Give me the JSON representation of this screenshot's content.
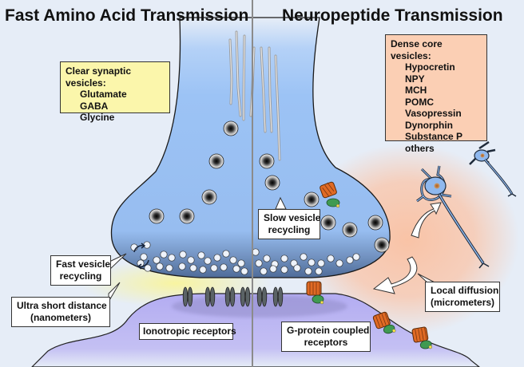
{
  "titles": {
    "left": "Fast Amino Acid Transmission",
    "right": "Neuropeptide Transmission"
  },
  "clear_vesicles": {
    "heading": "Clear synaptic vesicles:",
    "items": [
      "Glutamate",
      "GABA",
      "Glycine"
    ],
    "color": "#fbf6ab"
  },
  "dense_vesicles": {
    "heading": "Dense core vesicles:",
    "items": [
      "Hypocretin",
      "NPY",
      "MCH",
      "POMC",
      "Vasopressin",
      "Dynorphin",
      "Substance P",
      "others"
    ],
    "color": "#fbcfb4"
  },
  "callouts": {
    "fast_recycling": [
      "Fast vesicle",
      "recycling"
    ],
    "slow_recycling": [
      "Slow vesicle",
      "recycling"
    ],
    "ultra_short": [
      "Ultra short distance",
      "(nanometers)"
    ],
    "ionotropic": "Ionotropic receptors",
    "gpcr": [
      "G-protein coupled",
      "receptors"
    ],
    "local_diffusion": [
      "Local diffusion",
      "(micrometers)"
    ]
  },
  "colors": {
    "background": "#e6edf7",
    "terminal": "#9cc3f5",
    "postsynaptic": "#b7b2f3",
    "diffusion_glow": "#f9c7ad",
    "cleft_glow": "#f7f3a6",
    "receptor_orange": "#e06a24",
    "g_protein_green": "#3f9a52"
  }
}
